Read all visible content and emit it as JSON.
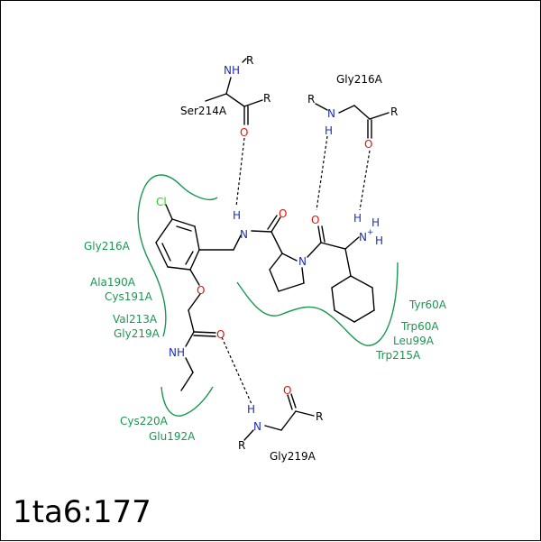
{
  "diagram": {
    "pdb_id": "1ta6:177",
    "residue_labels": {
      "gly216_top": "Gly216A",
      "ser214": "Ser214A",
      "gly219_bottom": "Gly219A"
    },
    "pocket_labels": {
      "gly216": "Gly216A",
      "ala190": "Ala190A",
      "cys191": "Cys191A",
      "val213": "Val213A",
      "gly219": "Gly219A",
      "tyr60": "Tyr60A",
      "trp60": "Trp60A",
      "leu99": "Leu99A",
      "trp215": "Trp215A",
      "cys220": "Cys220A",
      "glu192": "Glu192A"
    },
    "atoms": {
      "cl": "Cl",
      "n": "N",
      "nh": "NH",
      "h": "H",
      "o": "O",
      "r": "R",
      "plus": "+"
    }
  }
}
